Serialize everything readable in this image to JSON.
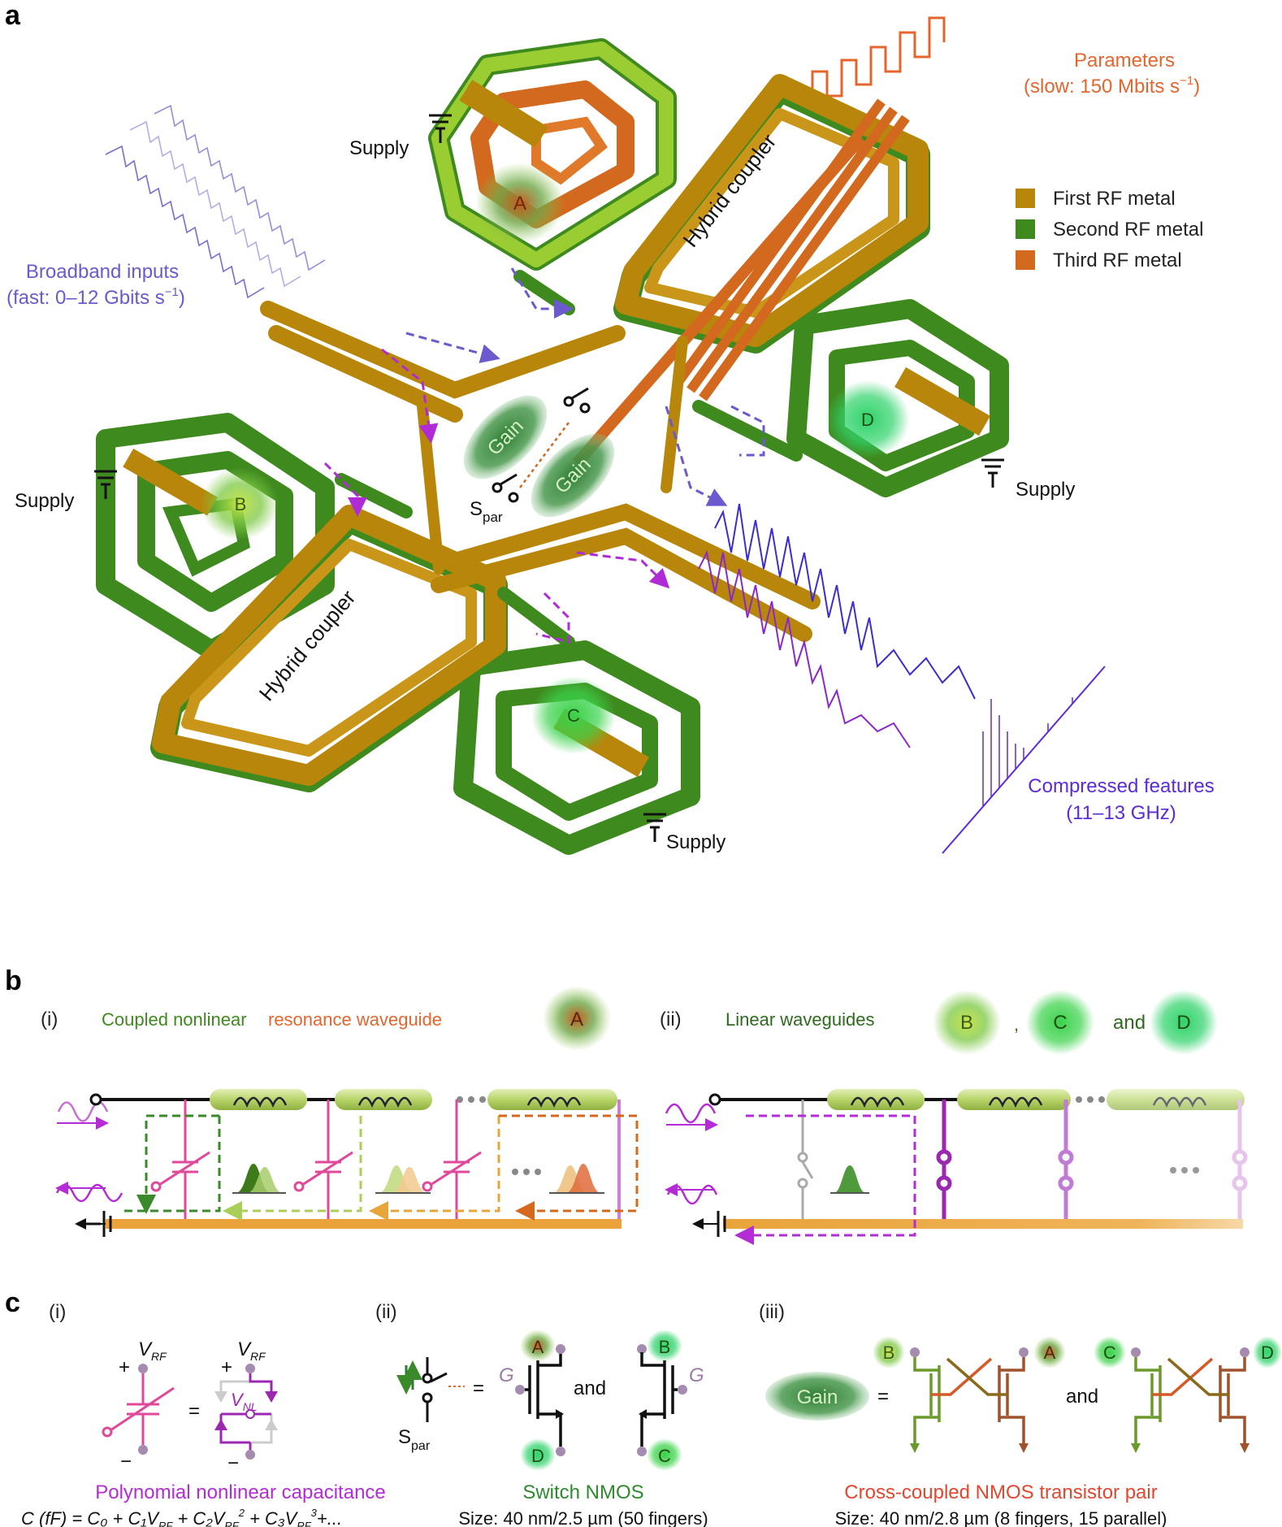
{
  "panels": {
    "a": "a",
    "b": "b",
    "c": "c"
  },
  "colors": {
    "first_rf_metal": "#B8860B",
    "second_rf_metal": "#3F8A1E",
    "third_rf_metal": "#D2691E",
    "broadband": "#6A5ACD",
    "parameters": "#E4662E",
    "features": "#5B2BD9",
    "nonlinear_pink": "#E0489A",
    "gain_green": "#2E7D32"
  },
  "panel_a": {
    "parameters_title": "Parameters",
    "parameters_rate": "(slow: 150 Mbits s",
    "parameters_exp": "−1",
    "parameters_close": ")",
    "broadband_title": "Broadband inputs",
    "broadband_rate": "(fast: 0–12 Gbits s",
    "broadband_exp": "−1",
    "broadband_close": ")",
    "legend": [
      "First RF metal",
      "Second RF metal",
      "Third RF metal"
    ],
    "supply": "Supply",
    "hybrid_coupler": "Hybrid coupler",
    "gain": "Gain",
    "s_par": "S",
    "s_par_sub": "par",
    "nodes": [
      "A",
      "B",
      "C",
      "D"
    ],
    "compressed_title": "Compressed features",
    "compressed_band": "(11–13 GHz)"
  },
  "panel_b": {
    "i_label": "(i)",
    "i_title_part1": "Coupled nonlinear",
    "i_title_part2": "resonance waveguide",
    "i_node": "A",
    "ii_label": "(ii)",
    "ii_title": "Linear waveguides",
    "ii_nodes": [
      "B",
      "C",
      "D"
    ],
    "ii_comma": ",",
    "ii_and": "and"
  },
  "panel_c": {
    "i_label": "(i)",
    "ii_label": "(ii)",
    "iii_label": "(iii)",
    "v_rf": "V",
    "v_rf_sub": "RF",
    "v_nl": "V",
    "v_nl_sub": "NL",
    "plus": "+",
    "minus": "−",
    "equals": "=",
    "cap_title": "Polynomial nonlinear capacitance",
    "cap_formula": "C (fF) = C₀ + C₁V",
    "cap_formula_b": "RF",
    "cap_formula_c": " + C₂V",
    "cap_formula_d": "RF",
    "cap_formula_e": "2",
    "cap_formula_f": " + C₃V",
    "cap_formula_g": "RF",
    "cap_formula_h": "3",
    "cap_formula_i": "+...",
    "switch_title": "Switch NMOS",
    "switch_size": "Size: 40 nm/2.5 µm (50 fingers)",
    "gate": "G",
    "and": "and",
    "s_par": "S",
    "s_par_sub": "par",
    "switch_nodes": [
      "A",
      "D",
      "B",
      "C"
    ],
    "gain": "Gain",
    "pair_title": "Cross-coupled NMOS transistor pair",
    "pair_size": "Size: 40 nm/2.8 µm (8 fingers, 15 parallel)",
    "pair_nodes": [
      "B",
      "A",
      "C",
      "D"
    ]
  }
}
